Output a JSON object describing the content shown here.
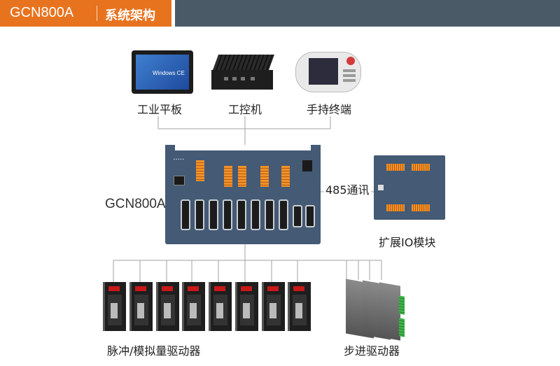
{
  "header": {
    "model": "GCN800A",
    "section": "系统架构",
    "accent_color": "#e8731e",
    "bar_color": "#4a5a66"
  },
  "devices": {
    "tablet": "工业平板",
    "ipc": "工控机",
    "pendant": "手持终端",
    "tablet_screen_text": "Windows CE"
  },
  "controller": {
    "label": "GCN800A",
    "color": "#445a75"
  },
  "link": {
    "label": "485通讯"
  },
  "io_module": {
    "label": "扩展IO模块"
  },
  "drives": {
    "servo_label": "脉冲/模拟量驱动器",
    "stepper_label": "步进驱动器",
    "servo_count": 8,
    "stepper_count": 4
  }
}
